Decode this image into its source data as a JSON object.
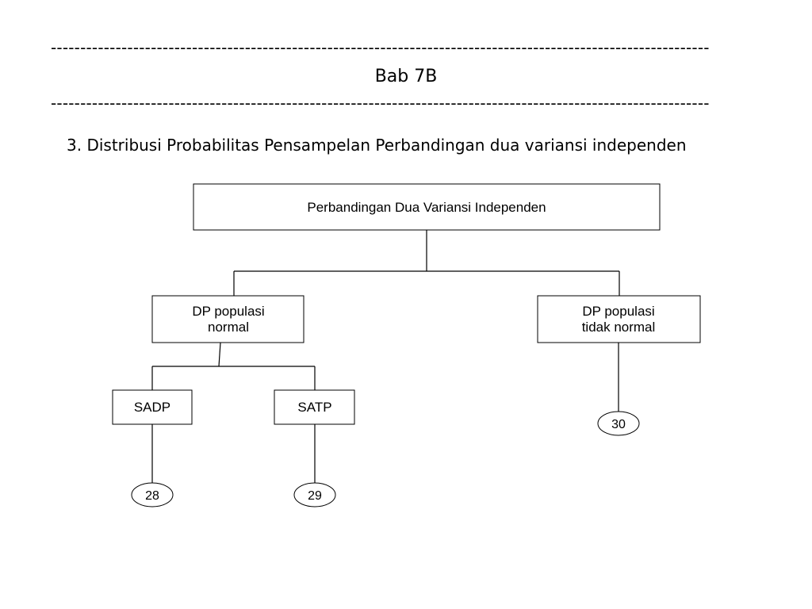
{
  "header": {
    "separator": "----------------------------------------------------------------------------------------------------------------",
    "title": "Bab 7B"
  },
  "section": {
    "heading": "3. Distribusi Probabilitas Pensampelan Perbandingan dua variansi independen"
  },
  "diagram": {
    "root": "Perbandingan Dua Variansi Independen",
    "left_branch": {
      "line1": "DP populasi",
      "line2": "normal"
    },
    "right_branch": {
      "line1": "DP populasi",
      "line2": "tidak normal"
    },
    "sadp": "SADP",
    "satp": "SATP",
    "ref_sadp": "28",
    "ref_satp": "29",
    "ref_not_normal": "30"
  }
}
